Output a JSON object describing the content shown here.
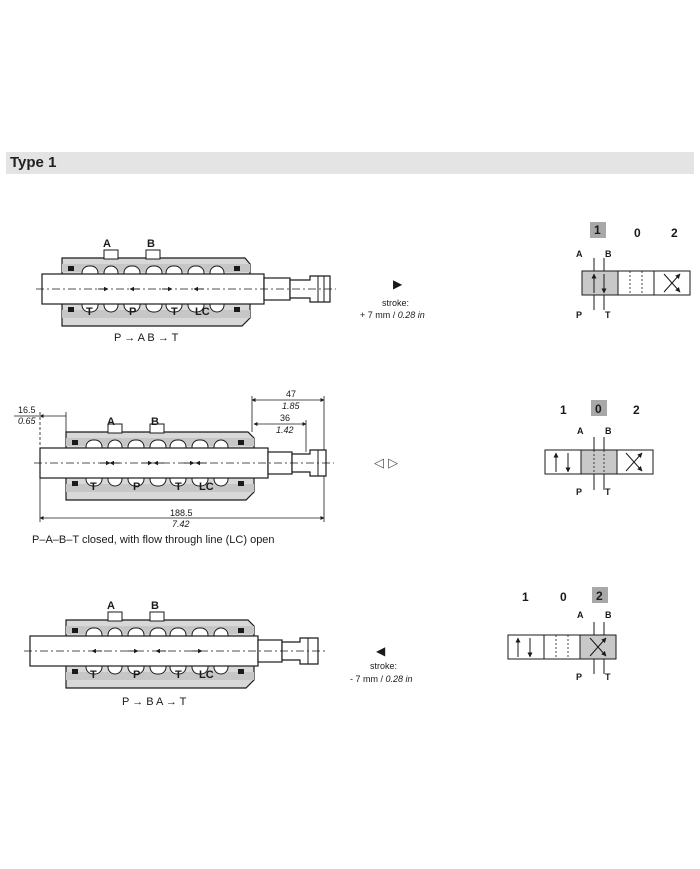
{
  "header": {
    "title": "Type 1"
  },
  "sections": [
    {
      "ports": {
        "a": "A",
        "b": "B",
        "t1": "T",
        "p": "P",
        "t2": "T",
        "lc": "LC"
      },
      "caption": "P → A   B → T",
      "stroke_label": "stroke:",
      "stroke_value": "+ 7 mm / ",
      "stroke_value_inch": "0.28 in",
      "arrow": "▶",
      "symbol": {
        "pos_1": "1",
        "pos_0": "0",
        "pos_2": "2",
        "a": "A",
        "b": "B",
        "p": "P",
        "t": "T",
        "active": "1"
      }
    },
    {
      "ports": {
        "a": "A",
        "b": "B",
        "t1": "T",
        "p": "P",
        "t2": "T",
        "lc": "LC"
      },
      "caption": "P–A–B–T closed, with flow through line (LC) open",
      "arrow": "◁ ▷",
      "dims": {
        "left_mm": "16.5",
        "left_in": "0.65",
        "top1_mm": "47",
        "top1_in": "1.85",
        "top2_mm": "36",
        "top2_in": "1.42",
        "bottom_mm": "188.5",
        "bottom_in": "7.42"
      },
      "symbol": {
        "pos_1": "1",
        "pos_0": "0",
        "pos_2": "2",
        "a": "A",
        "b": "B",
        "p": "P",
        "t": "T",
        "active": "0"
      }
    },
    {
      "ports": {
        "a": "A",
        "b": "B",
        "t1": "T",
        "p": "P",
        "t2": "T",
        "lc": "LC"
      },
      "caption": "P → B   A → T",
      "stroke_label": "stroke:",
      "stroke_value": "- 7 mm / ",
      "stroke_value_inch": "0.28 in",
      "arrow": "◀",
      "symbol": {
        "pos_1": "1",
        "pos_0": "0",
        "pos_2": "2",
        "a": "A",
        "b": "B",
        "p": "P",
        "t": "T",
        "active": "2"
      }
    }
  ],
  "colors": {
    "body": "#d8d8d8",
    "spool": "#ffffff",
    "line": "#1a1a1a",
    "header": "#e4e4e4",
    "highlight": "#a8a8a8"
  }
}
